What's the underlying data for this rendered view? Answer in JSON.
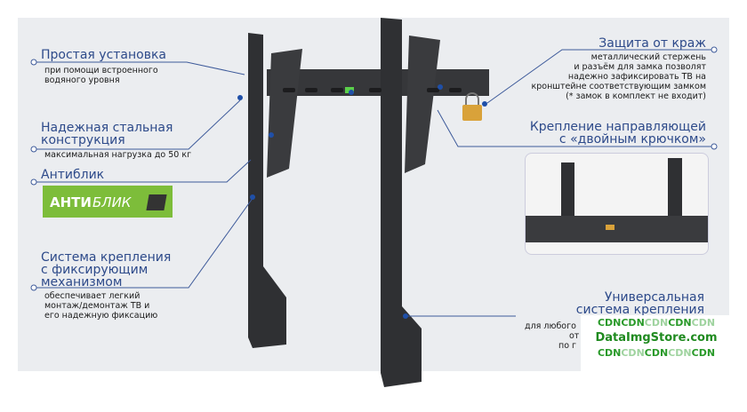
{
  "features": [
    {
      "title": "Простая установка",
      "desc": [
        "при помощи встроенного",
        "водяного уровня"
      ]
    },
    {
      "title": "Надежная стальная",
      "title2": "конструкция",
      "desc": [
        "максимальная нагрузка до 50 кг"
      ]
    },
    {
      "title": "Антиблик",
      "badge_a": "АНТИ",
      "badge_b": "БЛИК"
    },
    {
      "title": "Система крепления",
      "title2": "с фиксирующим",
      "title3": "механизмом",
      "desc": [
        "обеспечивает легкий",
        "монтаж/демонтаж ТВ и",
        "его надежную фиксацию"
      ]
    },
    {
      "title": "Защита от краж",
      "desc": [
        "металлический стержень",
        "и разъём для замка  позволят",
        "надежно зафиксировать ТВ  на",
        "кронштейне соответствующим замком",
        "(* замок в комплект не входит)"
      ]
    },
    {
      "title": "Крепление направляющей",
      "title2": "с «двойным крючком»"
    },
    {
      "title": "Универсальная",
      "title2": "система крепления",
      "desc": [
        "для любого",
        "от",
        "по г"
      ]
    }
  ],
  "watermark": {
    "line1a": "CDN",
    "line1b": "CDN",
    "line1c": "CDN",
    "line1d": "CDN",
    "line1e": "CDN",
    "line2": "DataImgStore.com"
  },
  "colors": {
    "accent": "#2d4a8a",
    "panel": "#ebedf0",
    "badge": "#7dbd3a"
  }
}
